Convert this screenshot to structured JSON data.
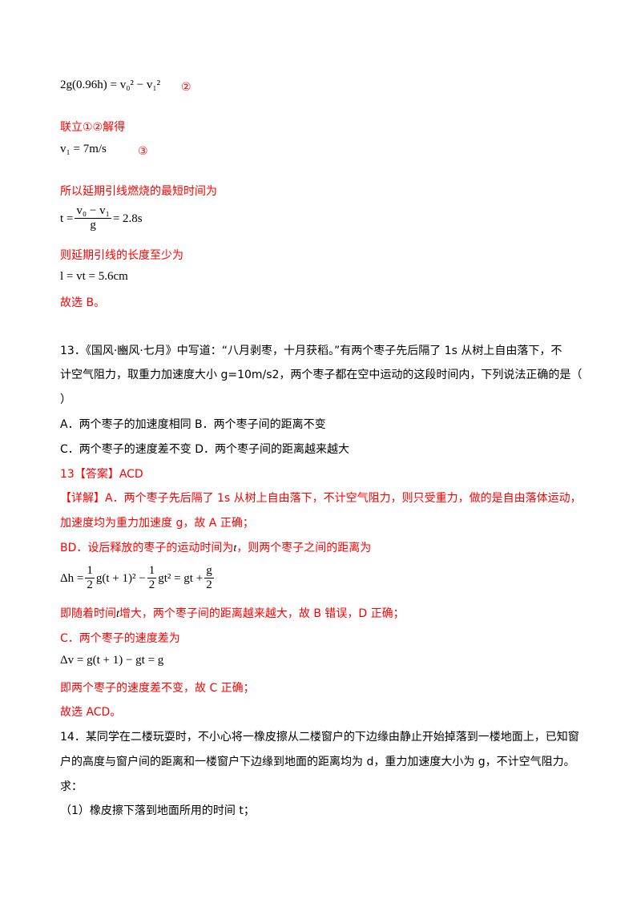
{
  "eq1": {
    "text": "2g(0.96h) = v₀² − v₁²",
    "marker": "②"
  },
  "lianli": "联立①②解得",
  "eq2": {
    "text": "v₁ = 7m/s",
    "marker": "③"
  },
  "shortest_time_text": "所以延期引线燃烧的最短时间为",
  "eq3": {
    "lhs": "t =",
    "num": "v₀ − v₁",
    "den": "g",
    "rhs": "= 2.8s"
  },
  "length_text": "则延期引线的长度至少为",
  "eq4": "l = vt = 5.6cm",
  "choose_b": "故选 B。",
  "q13": {
    "stem_line1": "13．《国风·豳风·七月》中写道：“八月剥枣，十月获稻。”有两个枣子先后隔了 1s 从树上自由落下，不",
    "stem_line2": "计空气阻力，取重力加速度大小 g=10m/s2，两个枣子都在空中运动的这段时间内，下列说法正确的是（",
    "stem_line3": "）",
    "options_ab": "A．两个枣子的加速度相同  B．两个枣子间的距离不变",
    "options_cd": "C．两个枣子的速度差不变  D．两个枣子间的距离越来越大",
    "answer": "13【答案】ACD",
    "detail_line1": "【详解】A．两个枣子先后隔了 1s 从树上自由落下，不计空气阻力，则只受重力，做的是自由落体运动，",
    "detail_line2": "加速度均为重力加速度 g，故 A 正确；",
    "bd_text": "BD．设后释放的枣子的运动时间为",
    "bd_var": "t",
    "bd_text_end": "，则两个枣子之间的距离为",
    "eq_dh": {
      "lhs": "Δh =",
      "f1_num": "1",
      "f1_den": "2",
      "mid1": "g(t + 1)² −",
      "f2_num": "1",
      "f2_den": "2",
      "mid2": "gt² = gt +",
      "f3_num": "g",
      "f3_den": "2"
    },
    "incr_text_a": "即随着时间",
    "incr_var": "t",
    "incr_text_b": "增大，两个枣子间的距离越来越大，故 B 错误，D 正确；",
    "c_text": "C．两个枣子的速度差为",
    "eq_dv": "Δv = g(t + 1) − gt = g",
    "c_conclusion": "即两个枣子的速度差不变，故 C 正确；",
    "choose": "故选 ACD。"
  },
  "q14": {
    "line1": "14．某同学在二楼玩耍时，不小心将一橡皮擦从二楼窗户的下边缘由静止开始掉落到一楼地面上，已知窗",
    "line2": "户的高度与窗户间的距离和一楼窗户下边缘到地面的距离均为 d，重力加速度大小为 g，不计空气阻力。",
    "line3": "求：",
    "sub1": "（1）橡皮擦下落到地面所用的时间 t；"
  }
}
